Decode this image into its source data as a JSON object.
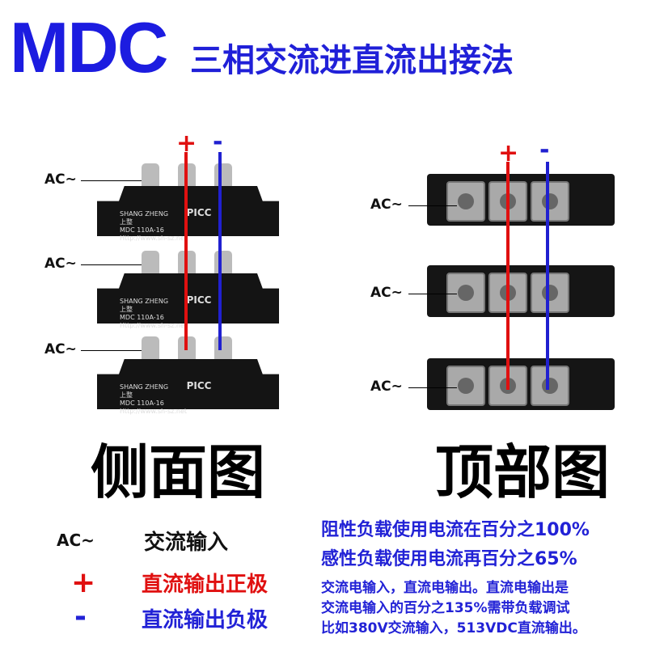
{
  "title": "MDC",
  "subtitle": "三相交流进直流出接法",
  "ac_label": "AC~",
  "plus": "+",
  "minus": "-",
  "module": {
    "brand": "SHANG ZHENG",
    "brand_cn": "上整",
    "logo": "PICC",
    "model": "MDC  110A-16",
    "url": "Http://www.sh-sz.net"
  },
  "side_view_caption": "侧面图",
  "top_view_caption": "顶部图",
  "legend": [
    {
      "symbol": "AC~",
      "text": "交流输入",
      "color": "#111111"
    },
    {
      "symbol": "+",
      "text": "直流输出正极",
      "color": "#e01010"
    },
    {
      "symbol": "-",
      "text": "直流输出负极",
      "color": "#2222d6"
    }
  ],
  "notes": {
    "line1": "阻性负载使用电流在百分之100%",
    "line2": "感性负载使用电流再百分之65%",
    "line3": "交流电输入，直流电输出。直流电输出是",
    "line4": "交流电输入的百分之135%需带负载调试",
    "line5": "比如380V交流输入，513VDC直流输出。"
  },
  "colors": {
    "positive": "#e01010",
    "negative": "#2020d0",
    "title": "#1c1ce0"
  }
}
